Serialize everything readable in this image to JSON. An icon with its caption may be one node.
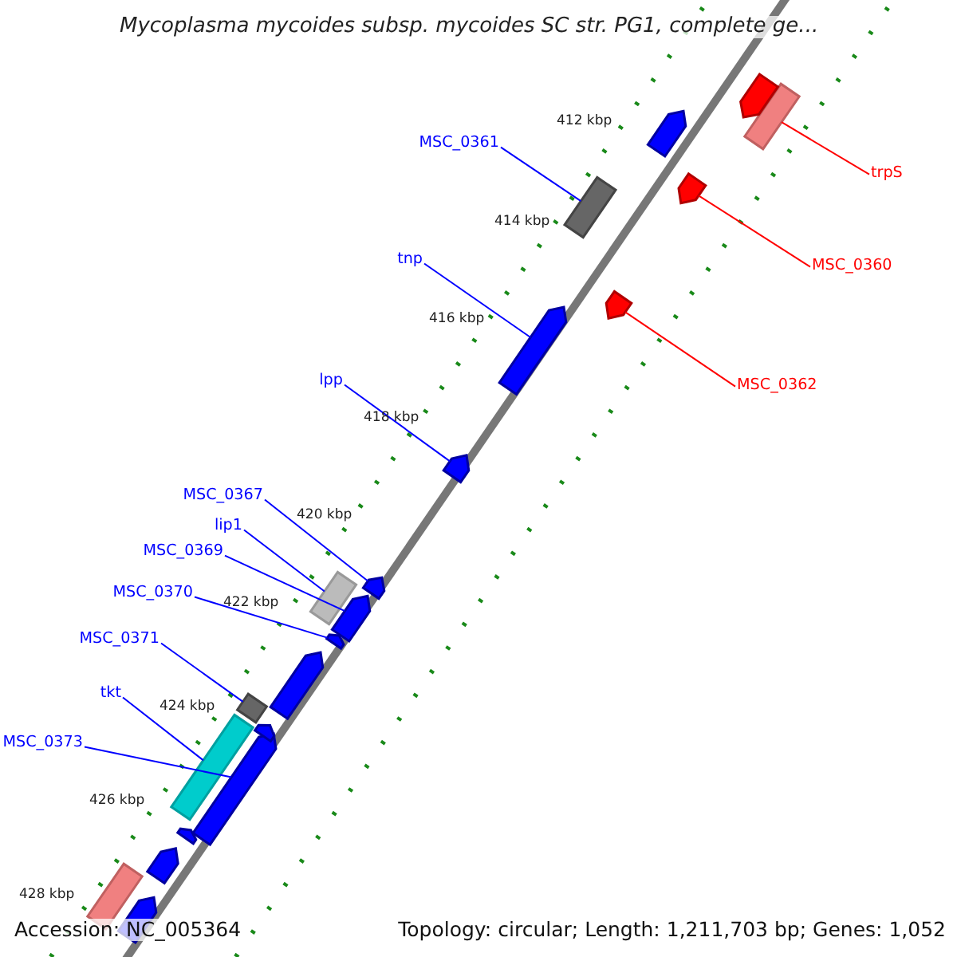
{
  "diagram": {
    "title": "Mycoplasma mycoides subsp. mycoides SC str. PG1, complete ge...",
    "nodes": [
      {
        "text": [
          "MSC_0361"
        ]
      },
      {
        "text": [
          "tnp"
        ]
      },
      {
        "text": [
          "lpp"
        ]
      },
      {
        "text": [
          "MSC_0367"
        ]
      },
      {
        "text": [
          "lip1"
        ]
      },
      {
        "text": [
          "MSC_0369"
        ]
      },
      {
        "text": [
          "MSC_0370"
        ]
      },
      {
        "text": [
          "MSC_0371"
        ]
      },
      {
        "text": [
          "tkt"
        ]
      },
      {
        "text": [
          "MSC_0373"
        ]
      },
      {
        "text": [
          "trpS"
        ]
      },
      {
        "text": [
          "MSC_0360"
        ]
      },
      {
        "text": [
          "MSC_0362"
        ]
      },
      {
        "text": [],
        "shape": "bar"
      },
      {
        "text": [],
        "shape": "arrow"
      },
      {
        "text": [],
        "shape": "arrow"
      },
      {
        "text": [],
        "shape": "arrow"
      },
      {
        "text": [],
        "shape": "bar"
      },
      {
        "text": [],
        "shape": "arrow"
      },
      {
        "text": [],
        "shape": "arrow"
      },
      {
        "text": [],
        "shape": "bar"
      },
      {
        "text": [],
        "shape": "bar"
      },
      {
        "text": [],
        "shape": "arrow"
      },
      {
        "text": [],
        "shape": "bar"
      },
      {
        "text": [],
        "shape": "arrow"
      },
      {
        "text": [],
        "shape": "arrow"
      },
      {
        "text": [],
        "shape": "arrow"
      },
      {
        "text": [],
        "shape": "arrow"
      },
      {
        "text": [],
        "shape": "arrow"
      },
      {
        "text": [],
        "shape": "arrow"
      },
      {
        "text": [],
        "shape": "arrow"
      },
      {
        "text": [],
        "shape": "arrow"
      },
      {
        "text": [],
        "shape": "bar"
      },
      {
        "text": [],
        "shape": "arrow"
      }
    ],
    "edges": [
      {
        "from": 0,
        "to": 13,
        "arrow": "none"
      },
      {
        "from": 1,
        "to": 14,
        "arrow": "none"
      },
      {
        "from": 2,
        "to": 15,
        "arrow": "none"
      },
      {
        "from": 3,
        "to": 16,
        "arrow": "none"
      },
      {
        "from": 4,
        "to": 17,
        "arrow": "none"
      },
      {
        "from": 5,
        "to": 18,
        "arrow": "none"
      },
      {
        "from": 6,
        "to": 19,
        "arrow": "none"
      },
      {
        "from": 7,
        "to": 20,
        "arrow": "none"
      },
      {
        "from": 8,
        "to": 21,
        "arrow": "none"
      },
      {
        "from": 9,
        "to": 22,
        "arrow": "none"
      },
      {
        "from": 10,
        "to": 23,
        "arrow": "none",
        "color": "#ff0000"
      },
      {
        "from": 11,
        "to": 24,
        "arrow": "none",
        "color": "#ff0000"
      },
      {
        "from": 12,
        "to": 25,
        "arrow": "none",
        "color": "#ff0000"
      }
    ],
    "labels": [
      "412 kbp",
      "414 kbp",
      "416 kbp",
      "418 kbp",
      "420 kbp",
      "422 kbp",
      "424 kbp",
      "426 kbp",
      "428 kbp",
      "Accession: NC_005364",
      "Topology: circular; Length: 1,211,703 bp; Genes: 1,052"
    ]
  }
}
